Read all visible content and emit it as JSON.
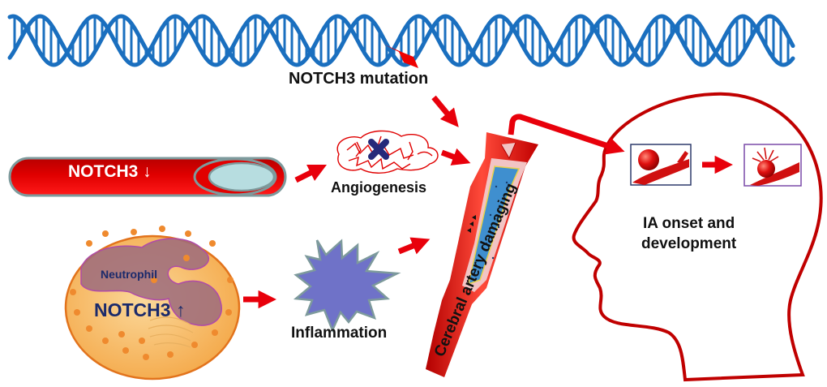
{
  "figure": {
    "title": "NOTCH3 in intracranial aneurysm pathogenesis",
    "colors": {
      "dna_blue": "#1a6fbf",
      "arrow_red": "#e8000b",
      "head_outline": "#c00000",
      "vessel_red": "#d40000",
      "lumen": "#b7dde0",
      "cell_orange": "#f7b866",
      "nucleus_purple": "#9c6b7d",
      "inflammation_purple": "#6f72c8",
      "text_navy": "#1b2a6b",
      "artery_lumen_blue": "#3f8fcf"
    }
  },
  "labels": {
    "mutation": "NOTCH3 mutation",
    "vessel_notch": "NOTCH3 ↓",
    "angiogenesis": "Angiogenesis",
    "neutrophil": "Neutrophil",
    "neutrophil_notch": "NOTCH3 ↑",
    "inflammation": "Inflammation",
    "artery": "Cerebral artery damaging",
    "ia": "IA onset and\ndevelopment"
  },
  "icons": {
    "dna": "dna-double-helix-icon",
    "mutation_marker": "mutation-bowtie-icon",
    "blood_vessel": "blood-vessel-tube-icon",
    "angiogenesis": "capillary-network-icon",
    "block": "x-block-icon",
    "neutrophil": "neutrophil-cell-icon",
    "inflammation": "starburst-icon",
    "artery": "cerebral-artery-icon",
    "head": "head-profile-icon",
    "aneurysm_onset": "aneurysm-icon",
    "aneurysm_rupture": "ruptured-aneurysm-icon"
  }
}
